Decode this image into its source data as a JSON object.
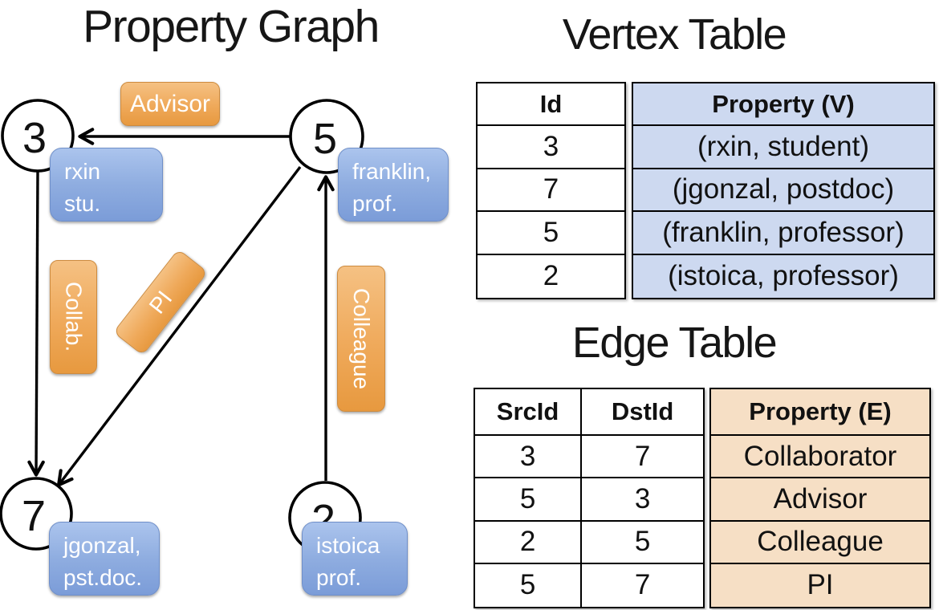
{
  "graph": {
    "title": "Property Graph",
    "vertices": [
      {
        "id": "3",
        "line1": "rxin",
        "line2": "stu."
      },
      {
        "id": "5",
        "line1": "franklin,",
        "line2": "prof."
      },
      {
        "id": "7",
        "line1": "jgonzal,",
        "line2": "pst.doc."
      },
      {
        "id": "2",
        "line1": "istoica",
        "line2": "prof."
      }
    ],
    "edge_labels": {
      "advisor": "Advisor",
      "collab": "Collab.",
      "pi": "PI",
      "colleague": "Colleague"
    }
  },
  "vertex_table": {
    "title": "Vertex Table",
    "col_id": "Id",
    "col_property": "Property (V)",
    "rows": [
      {
        "id": "3",
        "property": "(rxin, student)"
      },
      {
        "id": "7",
        "property": "(jgonzal, postdoc)"
      },
      {
        "id": "5",
        "property": "(franklin, professor)"
      },
      {
        "id": "2",
        "property": "(istoica, professor)"
      }
    ]
  },
  "edge_table": {
    "title": "Edge Table",
    "col_src": "SrcId",
    "col_dst": "DstId",
    "col_property": "Property (E)",
    "rows": [
      {
        "src": "3",
        "dst": "7",
        "property": "Collaborator"
      },
      {
        "src": "5",
        "dst": "3",
        "property": "Advisor"
      },
      {
        "src": "2",
        "dst": "5",
        "property": "Colleague"
      },
      {
        "src": "5",
        "dst": "7",
        "property": "PI"
      }
    ]
  },
  "colors": {
    "edge_label_orange": "#efa95a",
    "vertex_box_blue": "#8fade0",
    "vertex_table_fill": "#cdd9f0",
    "edge_table_fill": "#f6dfc5",
    "line_black": "#000000",
    "label_text_white": "#ffffff"
  }
}
